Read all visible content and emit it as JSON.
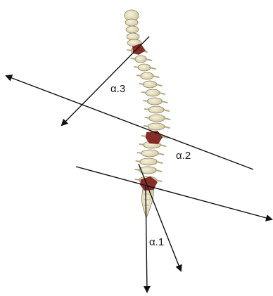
{
  "figure": {
    "angle_labels": {
      "alpha_1": "α.1",
      "alpha_2": "α.2",
      "alpha_3": "α.3"
    },
    "colors": {
      "bone": "#e9e2c4",
      "bone_outline": "#8a8466",
      "marker": "#7a1a16",
      "line": "#111111",
      "background": "#ffffff"
    }
  }
}
